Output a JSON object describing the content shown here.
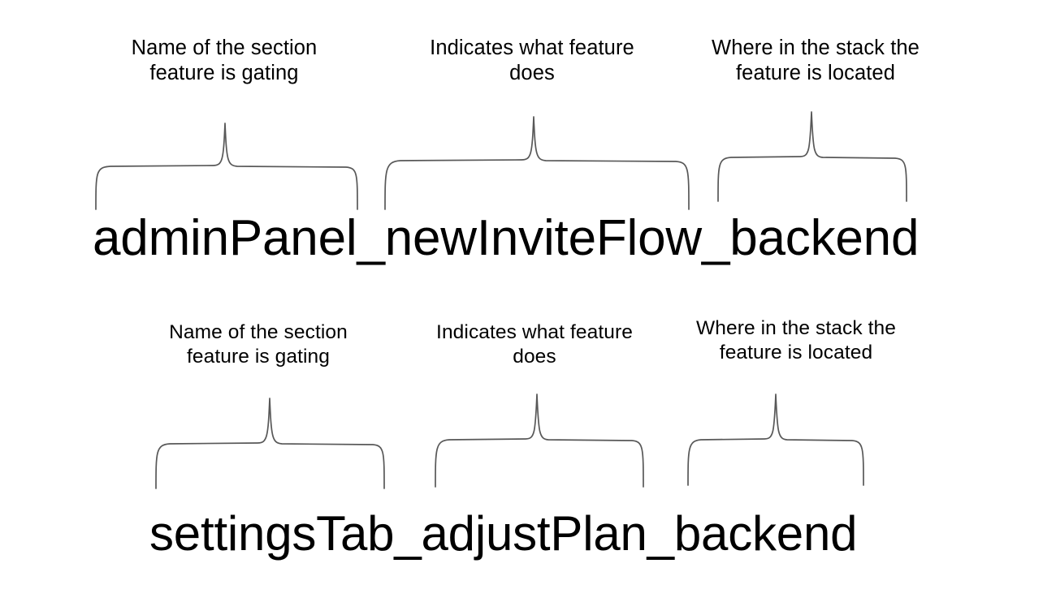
{
  "diagram": {
    "title_hidden": "",
    "stroke_color": "#585858",
    "text_color": "#000000",
    "background_color": "#ffffff",
    "rows": [
      {
        "id": "row-1",
        "flag_name": "adminPanel_newInviteFlow_backend",
        "segments": [
          {
            "token": "adminPanel",
            "caption": "Name of the section\nfeature is gating"
          },
          {
            "token": "newInviteFlow",
            "caption": "Indicates what feature\ndoes"
          },
          {
            "token": "backend",
            "caption": "Where in the stack the\nfeature is located"
          }
        ]
      },
      {
        "id": "row-2",
        "flag_name": "settingsTab_adjustPlan_backend",
        "segments": [
          {
            "token": "settingsTab",
            "caption": "Name of the section\nfeature is gating"
          },
          {
            "token": "adjustPlan",
            "caption": "Indicates what feature\ndoes"
          },
          {
            "token": "backend",
            "caption": "Where in the stack the\nfeature is located"
          }
        ]
      }
    ]
  }
}
